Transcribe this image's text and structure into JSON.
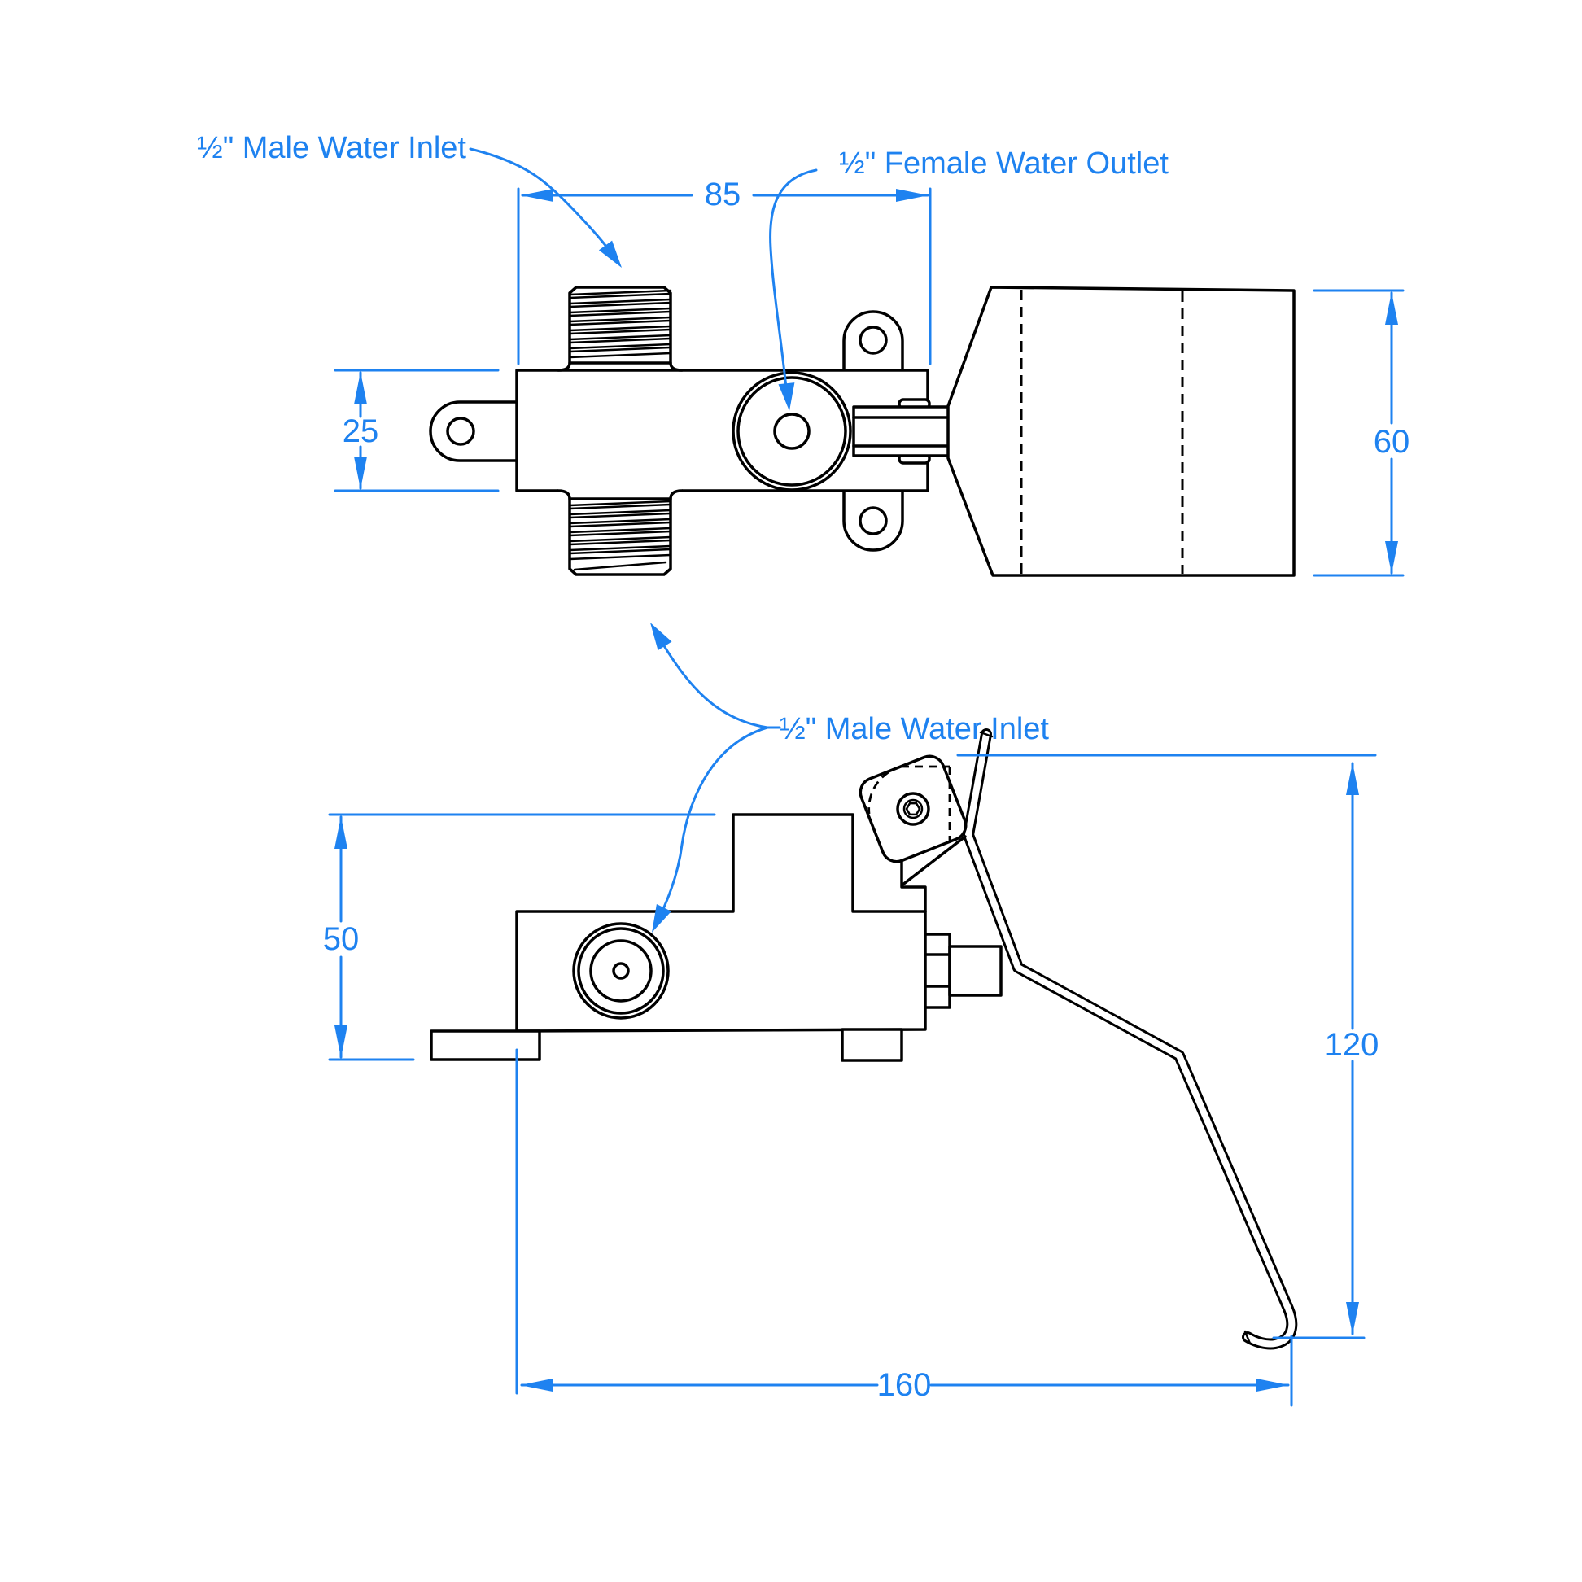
{
  "drawing": {
    "title": "Foot operated water valve - dimensioned 2-view drawing",
    "colors": {
      "background": "#ffffff",
      "geometry_lines": "#000000",
      "annotation_blue": "#1e82f0"
    },
    "top_view": {
      "label_male_inlet": "½\" Male Water Inlet",
      "label_female_outlet": "½\" Female Water Outlet",
      "dim_body_length": "85",
      "dim_body_width": "25",
      "dim_pedal_width": "60"
    },
    "side_view": {
      "label_male_inlet": "½\" Male Water Inlet",
      "dim_body_height": "50",
      "dim_overall_height": "120",
      "dim_overall_length": "160"
    }
  }
}
